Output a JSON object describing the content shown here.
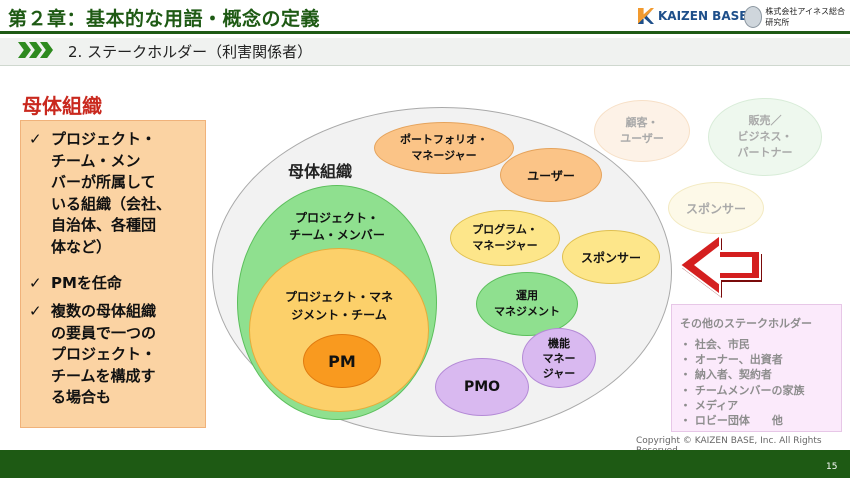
{
  "header": {
    "title": "第２章：基本的な用語・概念の定義",
    "logo_kaizen": "KAIZEN BASE",
    "logo_ines": "株式会社アイネス総合研究所"
  },
  "subheader": {
    "text": "2. ステークホルダー（利害関係者）"
  },
  "left_panel": {
    "title": "母体組織",
    "bullets": [
      "プロジェクト・\nチーム・メン\nバーが所属して\nいる組織（会社、\n自治体、各種団\n体など）",
      "PMを任命",
      "複数の母体組織\nの要員で一つの\nプロジェクト・\nチームを構成す\nる場合も"
    ],
    "check_glyph": "✓"
  },
  "diagram": {
    "mother_org_label": "母体組織",
    "project_team_label": "プロジェクト・\nチーム・メンバー",
    "pm_team_label": "プロジェクト・マネ\nジメント・チーム",
    "pm_label": "PM",
    "portfolio_manager": "ポートフォリオ・\nマネージャー",
    "user": "ユーザー",
    "program_manager": "プログラム・\nマネージャー",
    "sponsor_inner": "スポンサー",
    "operations_mgmt": "運用\nマネジメント",
    "functional_manager": "機能\nマネー\nジャー",
    "pmo": "PMO",
    "customer_user": "顧客・\nユーザー",
    "sales_partner": "販売／\nビジネス・\nパートナー",
    "sponsor_outer": "スポンサー"
  },
  "other_stakeholders": {
    "title": "その他のステークホルダー",
    "items": [
      "社会、市民",
      "オーナー、出資者",
      "納入者、契約者",
      "チームメンバーの家族",
      "メディア",
      "ロビー団体　　他"
    ]
  },
  "footer": {
    "copyright": "Copyright ©  KAIZEN BASE, Inc. All Rights Reserved.",
    "page_number": "15"
  },
  "colors": {
    "header_green": "#1e5a14",
    "title_red": "#c9281e",
    "arrow_red": "#d41f1f"
  }
}
